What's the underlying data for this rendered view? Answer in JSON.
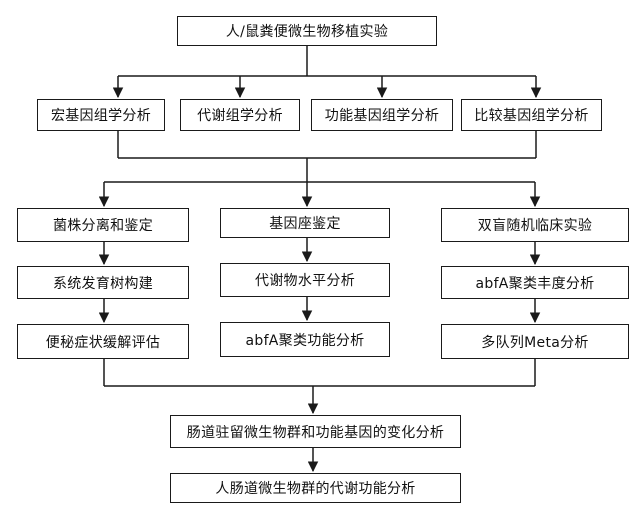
{
  "diagram": {
    "title": "人/鼠粪便微生物移植实验",
    "row1": [
      "宏基因组学分析",
      "代谢组学分析",
      "功能基因组学分析",
      "比较基因组学分析"
    ],
    "left_column": [
      "菌株分离和鉴定",
      "系统发育树构建",
      "便秘症状缓解评估"
    ],
    "middle_column": [
      "基因座鉴定",
      "代谢物水平分析",
      "abfA聚类功能分析"
    ],
    "right_column": [
      "双盲随机临床实验",
      "abfA聚类丰度分析",
      "多队列Meta分析"
    ],
    "result_1": "肠道驻留微生物群和功能基因的变化分析",
    "result_2": "人肠道微生物群的代谢功能分析"
  }
}
